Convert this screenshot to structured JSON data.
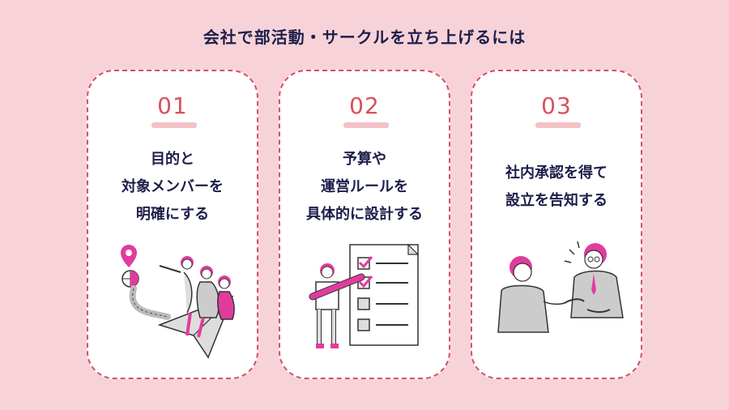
{
  "title": "会社で部活動・サークルを立ち上げるには",
  "colors": {
    "background": "#f7d3d9",
    "accent": "#d9505a",
    "text": "#1d1e4a",
    "magenta": "#e23b9e"
  },
  "cards": [
    {
      "number": "01",
      "lines": [
        "目的と",
        "対象メンバーを",
        "明確にする"
      ],
      "illustration": "paper-plane-team-icon"
    },
    {
      "number": "02",
      "lines": [
        "予算や",
        "運営ルールを",
        "具体的に設計する"
      ],
      "illustration": "checklist-person-icon"
    },
    {
      "number": "03",
      "lines": [
        "社内承認を得て",
        "設立を告知する"
      ],
      "illustration": "handshake-approval-icon"
    }
  ]
}
